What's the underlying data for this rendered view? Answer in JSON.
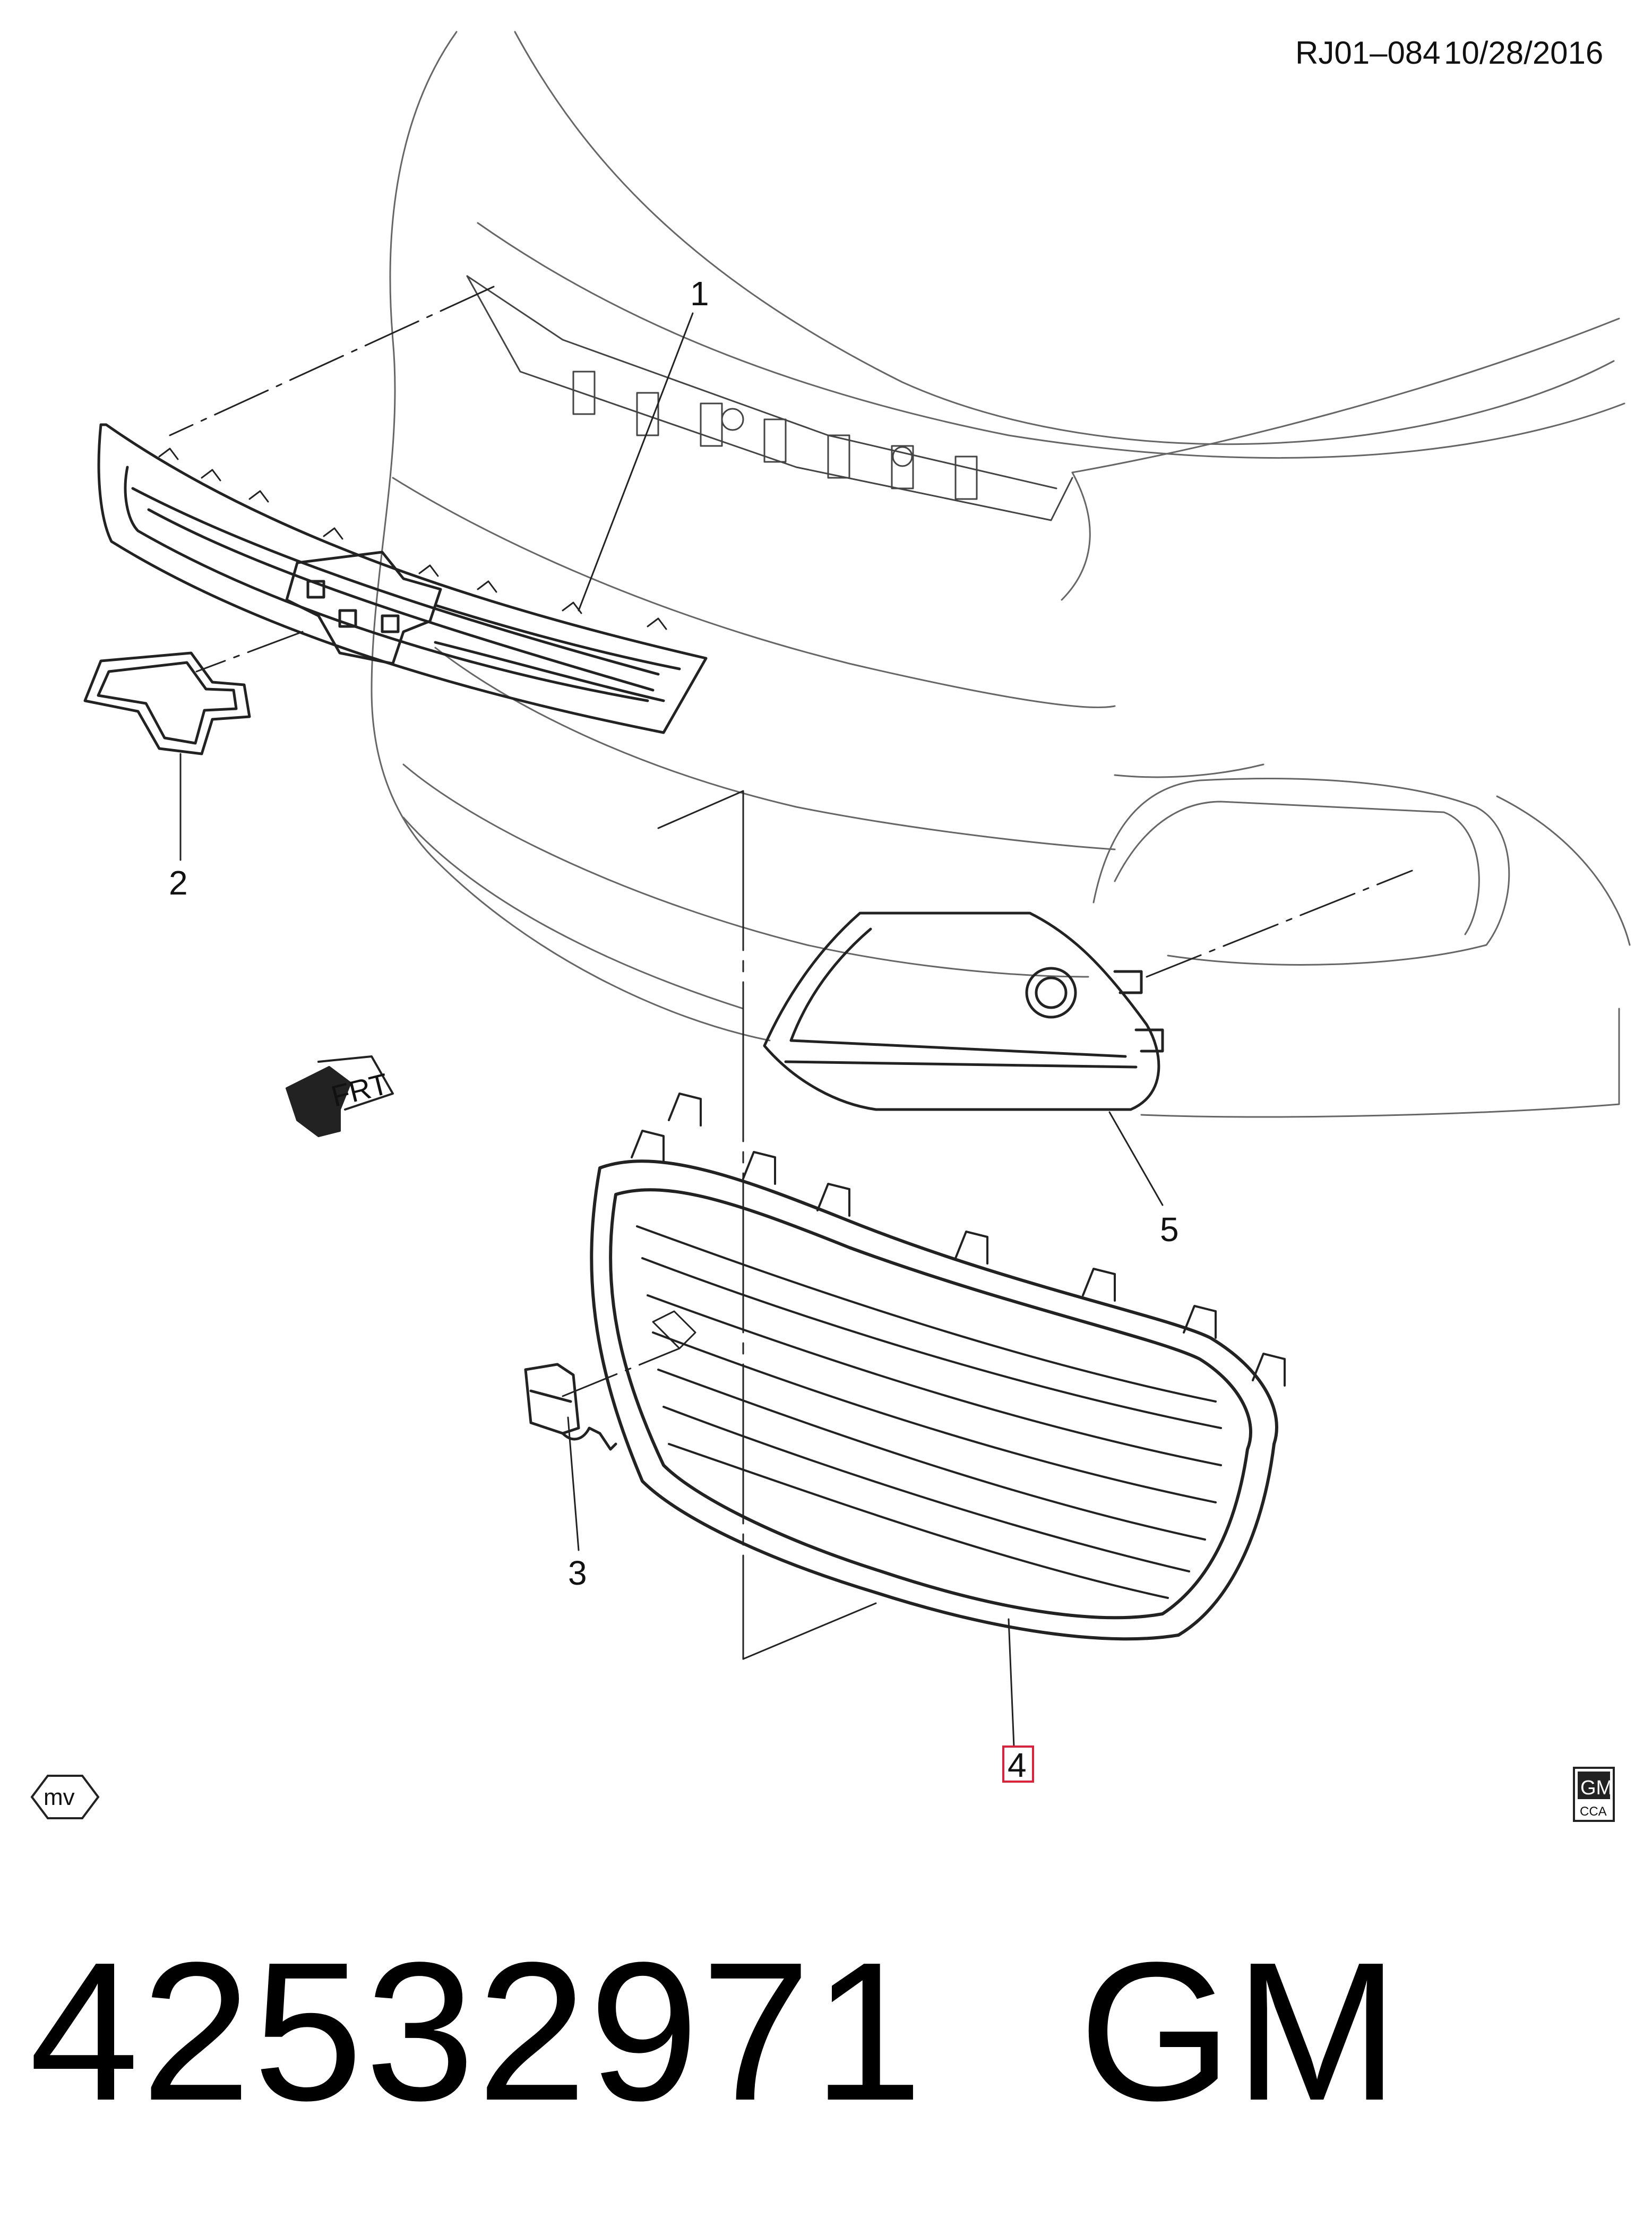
{
  "header": {
    "doc_id": "RJ01–084",
    "date": "10/28/2016"
  },
  "callouts": [
    {
      "id": 1,
      "label": "1",
      "highlighted": false
    },
    {
      "id": 2,
      "label": "2",
      "highlighted": false
    },
    {
      "id": 3,
      "label": "3",
      "highlighted": false
    },
    {
      "id": 4,
      "label": "4",
      "highlighted": true
    },
    {
      "id": 5,
      "label": "5",
      "highlighted": false
    }
  ],
  "direction_marker": {
    "label": "FRT",
    "icon": "arrow-icon"
  },
  "corner_marks": {
    "left": "mv",
    "right_top": "GM",
    "right_bottom": "CCA"
  },
  "footer": {
    "part_number": "42532971",
    "brand": "GM"
  },
  "colors": {
    "line": "#222222",
    "highlight": "#e0203a",
    "background": "#ffffff"
  }
}
